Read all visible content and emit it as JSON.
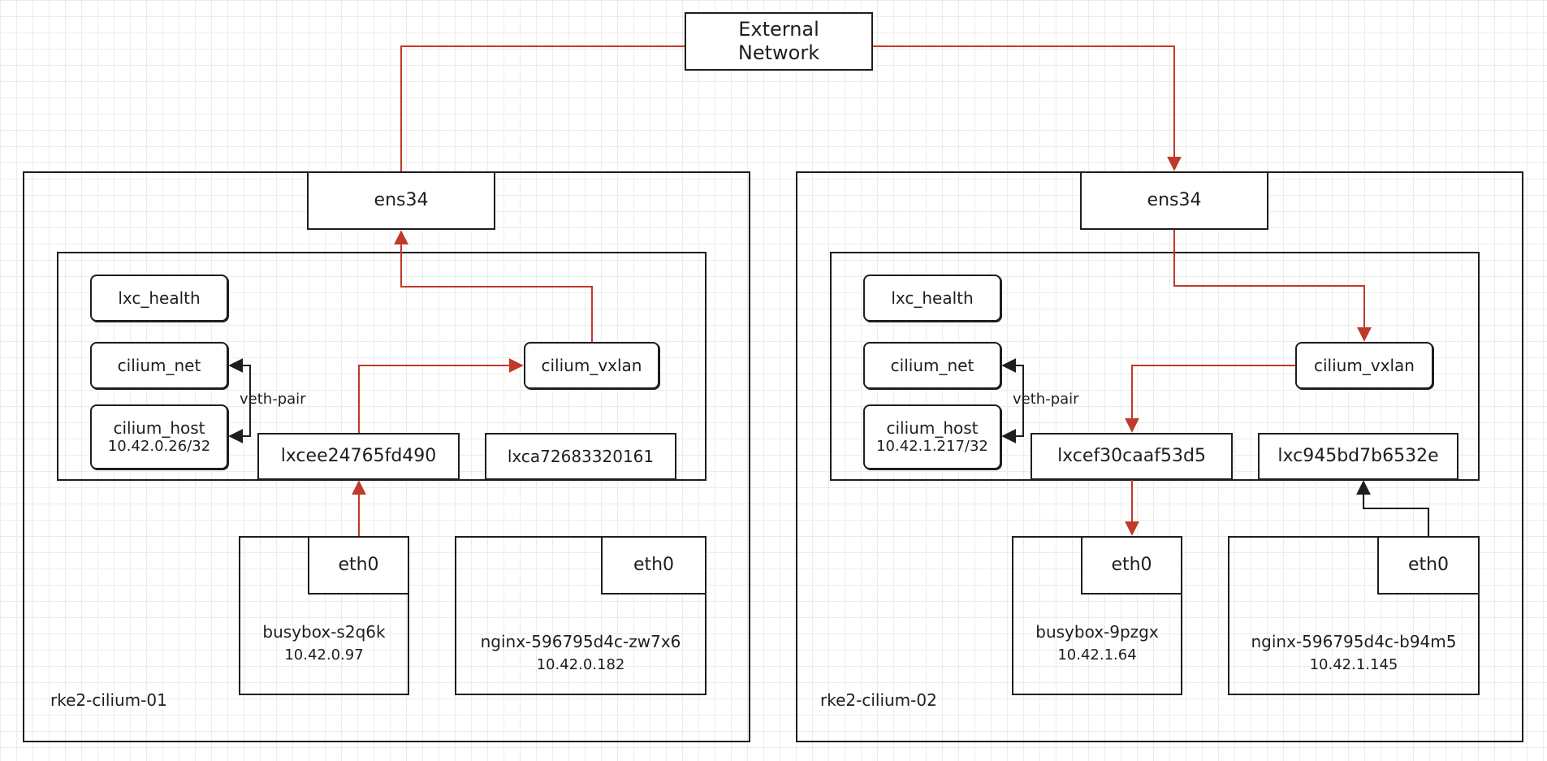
{
  "external": {
    "line1": "External",
    "line2": "Network"
  },
  "nodes": [
    {
      "name": "rke2-cilium-01",
      "ens": "ens34",
      "lxc_health": "lxc_health",
      "cilium_net": "cilium_net",
      "cilium_host": "cilium_host",
      "cilium_host_ip": "10.42.0.26/32",
      "veth_pair": "veth-pair",
      "cilium_vxlan": "cilium_vxlan",
      "lxc_a": "lxcee24765fd490",
      "lxc_b": "lxca72683320161",
      "pod_a": {
        "iface": "eth0",
        "name": "busybox-s2q6k",
        "ip": "10.42.0.97"
      },
      "pod_b": {
        "iface": "eth0",
        "name": "nginx-596795d4c-zw7x6",
        "ip": "10.42.0.182"
      }
    },
    {
      "name": "rke2-cilium-02",
      "ens": "ens34",
      "lxc_health": "lxc_health",
      "cilium_net": "cilium_net",
      "cilium_host": "cilium_host",
      "cilium_host_ip": "10.42.1.217/32",
      "veth_pair": "veth-pair",
      "cilium_vxlan": "cilium_vxlan",
      "lxc_a": "lxcef30caaf53d5",
      "lxc_b": "lxc945bd7b6532e",
      "pod_a": {
        "iface": "eth0",
        "name": "busybox-9pzgx",
        "ip": "10.42.1.64"
      },
      "pod_b": {
        "iface": "eth0",
        "name": "nginx-596795d4c-b94m5",
        "ip": "10.42.1.145"
      }
    }
  ],
  "colors": {
    "traffic": "#c0392b",
    "stroke": "#1e1e1e",
    "grid": "#ececec"
  }
}
